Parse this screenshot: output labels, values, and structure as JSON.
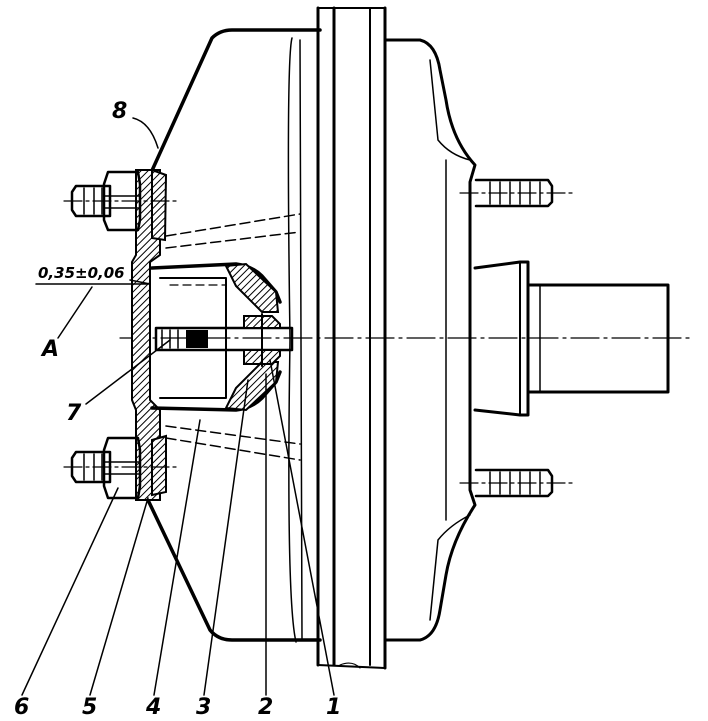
{
  "callouts": {
    "c1": "1",
    "c2": "2",
    "c3": "3",
    "c4": "4",
    "c5": "5",
    "c6": "6",
    "c7": "7",
    "c8": "8"
  },
  "dimension": "0,35±0,06",
  "section_label": "A"
}
